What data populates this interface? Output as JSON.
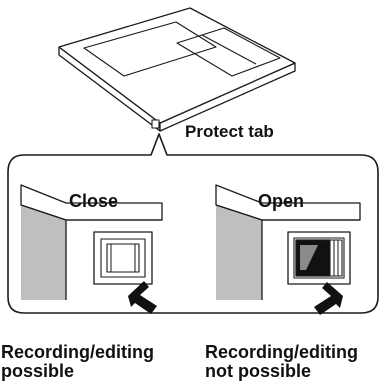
{
  "labels": {
    "protect_tab": "Protect tab",
    "close": "Close",
    "open": "Open"
  },
  "captions": {
    "close_line1": "Recording/editing",
    "close_line2": "possible",
    "open_line1": "Recording/editing",
    "open_line2": "not possible"
  },
  "colors": {
    "line": "#1a1a1a",
    "grey": "#bfbfbf",
    "dark": "#111111"
  }
}
